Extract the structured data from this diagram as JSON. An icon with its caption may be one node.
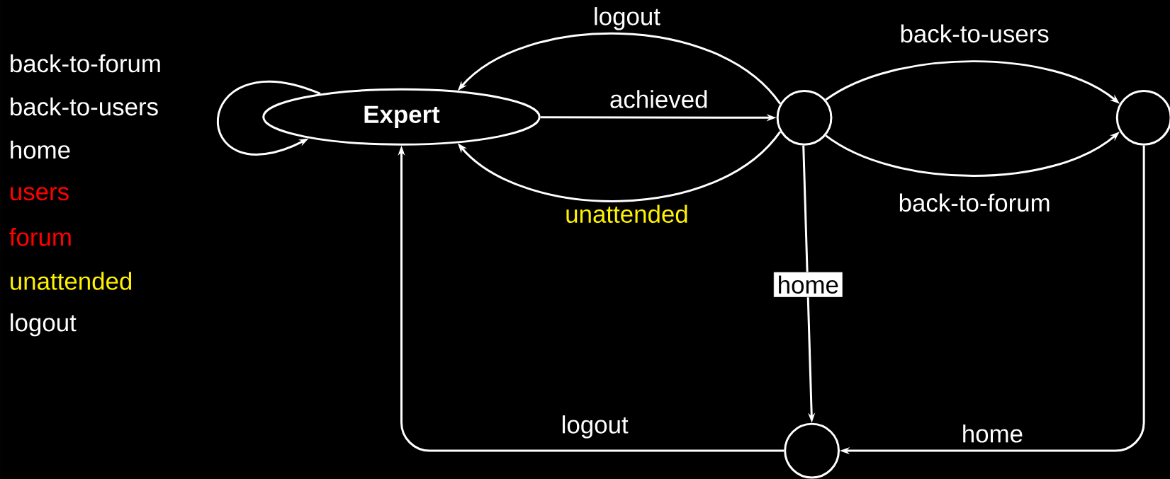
{
  "diagram": {
    "nodes": [
      {
        "text": [
          "Expert"
        ]
      },
      {
        "text": [],
        "shape": "circle"
      },
      {
        "text": [],
        "shape": "circle"
      },
      {
        "text": [],
        "shape": "circle"
      }
    ],
    "edges": [
      {
        "from": 1,
        "to": 0,
        "arrow": "to",
        "label": "logout"
      },
      {
        "from": 0,
        "to": 1,
        "arrow": "to",
        "label": "achieved"
      },
      {
        "from": 1,
        "to": 0,
        "arrow": "to",
        "label": "unattended"
      },
      {
        "from": 1,
        "to": 2,
        "arrow": "to",
        "label": "back-to-users"
      },
      {
        "from": 1,
        "to": 2,
        "arrow": "to",
        "label": "back-to-forum"
      },
      {
        "from": 1,
        "to": 3,
        "arrow": "to",
        "label": "home"
      },
      {
        "from": 2,
        "to": 3,
        "arrow": "to",
        "label": "home"
      },
      {
        "from": 3,
        "to": 0,
        "arrow": "to",
        "label": "logout"
      },
      {
        "from": 0,
        "to": 0,
        "arrow": "to"
      }
    ],
    "labels": [
      "back-to-forum",
      "back-to-users",
      "home",
      "users",
      "forum",
      "unattended",
      "logout"
    ]
  }
}
